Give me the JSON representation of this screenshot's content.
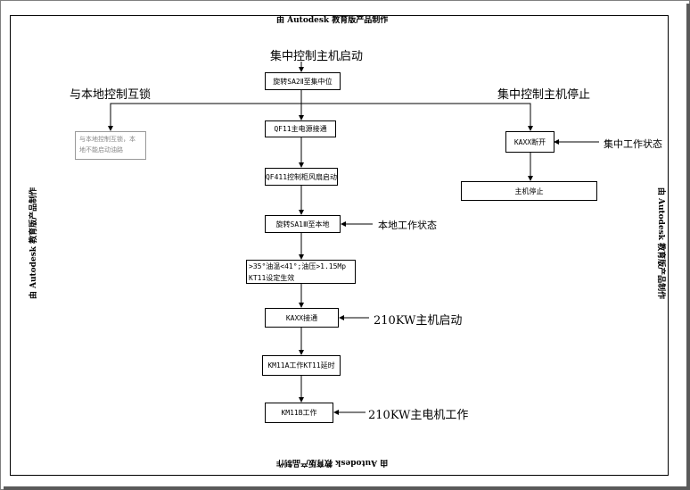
{
  "watermark": "由 Autodesk 教育版产品制作",
  "diagram": {
    "title": "集中控制主机启动",
    "left_branch_label": "与本地控制互锁",
    "right_branch_label": "集中控制主机停止",
    "nodes": {
      "sa2": "旋转SA2Ⅱ至集中位",
      "qf11": "QF11主电源接通",
      "qf411": "QF411控制柜风扇启动",
      "sa1": "旋转SA1Ⅲ至本地",
      "cond_line1": ">35°油温<41°;油压>1.15Mp",
      "cond_line2": "KT11设定生效",
      "kaxx": "KAXX接通",
      "km11a": "KM11A工作KT11延时",
      "km11b": "KM11B工作",
      "kaxx_off": "KAXX断开",
      "stop": "主机停止",
      "interlock_note_line1": "与本地控制互锁，本",
      "interlock_note_line2": "地不能启动油路"
    },
    "side_labels": {
      "local_state": "本地工作状态",
      "start_210": "210KW主机启动",
      "work_210": "210KW主电机工作",
      "central_state": "集中工作状态"
    }
  }
}
